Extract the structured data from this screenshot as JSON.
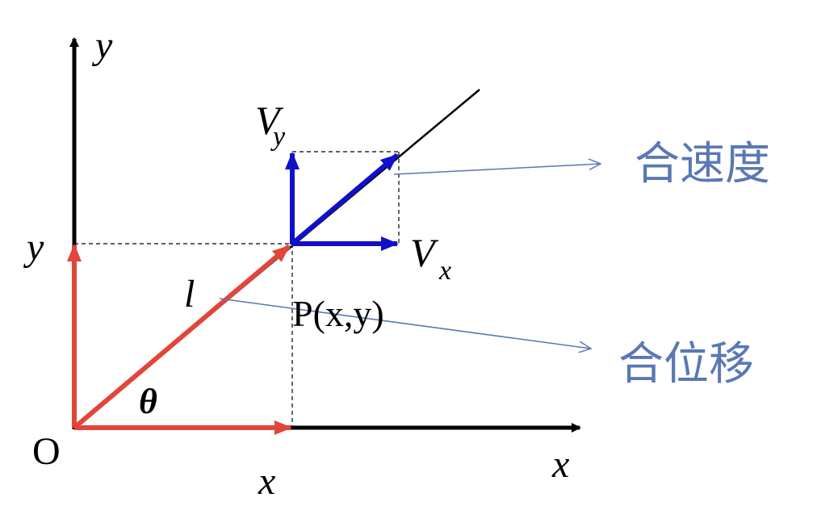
{
  "diagram": {
    "labels": {
      "y_axis": "y",
      "x_axis": "x",
      "origin": "O",
      "y_proj": "y",
      "x_proj": "x",
      "l": "l",
      "theta": "θ",
      "Vy_main": "V",
      "Vy_sub": "y",
      "Vx_main": "V",
      "Vx_sub": "x",
      "point": "P(x,y)",
      "resultant_velocity": "合速度",
      "resultant_displacement": "合位移"
    },
    "colors": {
      "axis": "#000000",
      "displacement": "#e2453a",
      "velocity": "#1010c8",
      "annotation": "#5a78b4",
      "guide": "#000000"
    }
  }
}
